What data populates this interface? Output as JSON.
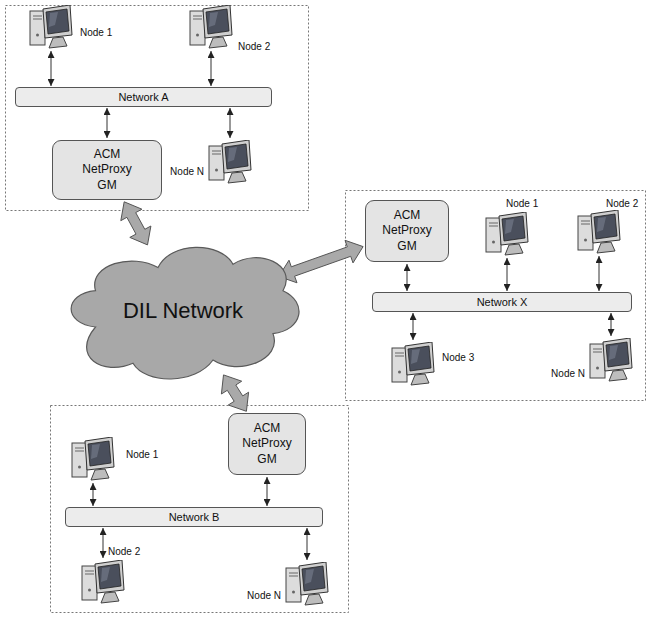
{
  "diagram": {
    "nodes": [
      {
        "text": [
          "Node 1"
        ]
      },
      {
        "text": [
          "Node 2"
        ]
      },
      {
        "text": [
          "Network A"
        ]
      },
      {
        "text": [
          "ACM NetProxy GM"
        ]
      },
      {
        "text": [
          "Node N"
        ]
      },
      {
        "text": [
          "ACM NetProxy GM"
        ]
      },
      {
        "text": [
          "Node 1"
        ]
      },
      {
        "text": [
          "Node 2"
        ]
      },
      {
        "text": [
          "Network X"
        ]
      },
      {
        "text": [
          "Node 3"
        ]
      },
      {
        "text": [
          "Node N"
        ]
      },
      {
        "text": [
          "DIL Network"
        ]
      },
      {
        "text": [
          "ACM NetProxy GM"
        ]
      },
      {
        "text": [
          "Node 1"
        ]
      },
      {
        "text": [
          "Network B"
        ]
      },
      {
        "text": [
          "Node 2"
        ]
      },
      {
        "text": [
          "Node N"
        ]
      }
    ],
    "edges": [
      {
        "from": 0,
        "to": 2,
        "arrow": "both"
      },
      {
        "from": 1,
        "to": 2,
        "arrow": "both"
      },
      {
        "from": 3,
        "to": 2,
        "arrow": "both"
      },
      {
        "from": 4,
        "to": 2,
        "arrow": "both"
      },
      {
        "from": 5,
        "to": 8,
        "arrow": "both"
      },
      {
        "from": 6,
        "to": 8,
        "arrow": "both"
      },
      {
        "from": 7,
        "to": 8,
        "arrow": "both"
      },
      {
        "from": 9,
        "to": 8,
        "arrow": "both"
      },
      {
        "from": 10,
        "to": 8,
        "arrow": "both"
      },
      {
        "from": 13,
        "to": 14,
        "arrow": "both"
      },
      {
        "from": 12,
        "to": 14,
        "arrow": "both"
      },
      {
        "from": 15,
        "to": 14,
        "arrow": "both"
      },
      {
        "from": 16,
        "to": 14,
        "arrow": "both"
      },
      {
        "from": 3,
        "to": 11,
        "arrow": "both"
      },
      {
        "from": 5,
        "to": 11,
        "arrow": "both"
      },
      {
        "from": 12,
        "to": 11,
        "arrow": "both"
      }
    ]
  }
}
